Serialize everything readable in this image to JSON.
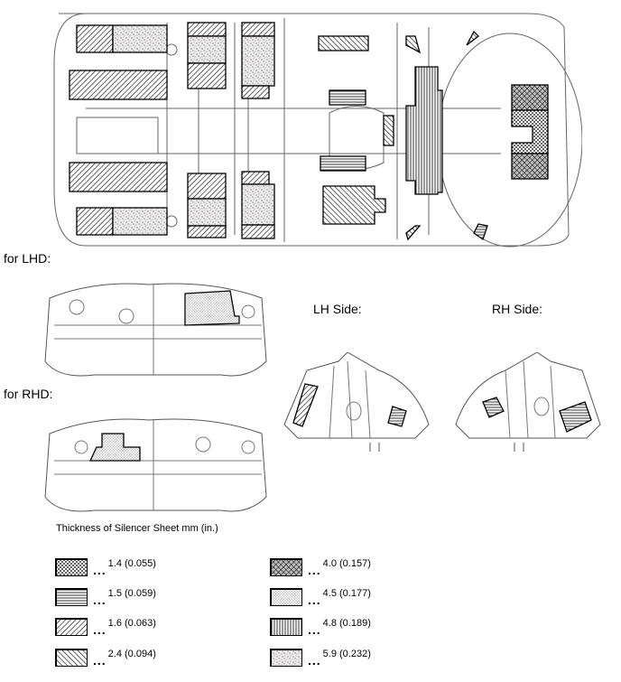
{
  "labels": {
    "lhd": "for LHD:",
    "rhd": "for RHD:",
    "lh_side": "LH Side:",
    "rh_side": "RH Side:"
  },
  "legend": {
    "title": "Thickness of Silencer Sheet mm (in.)",
    "dots": "...",
    "items": [
      {
        "value": "1.4 (0.055)",
        "pattern": "dots-coarse"
      },
      {
        "value": "1.5 (0.059)",
        "pattern": "horizontal-lines"
      },
      {
        "value": "1.6 (0.063)",
        "pattern": "diagonal-back"
      },
      {
        "value": "2.4 (0.094)",
        "pattern": "diagonal-forward"
      },
      {
        "value": "4.0 (0.157)",
        "pattern": "crosshatch-dark"
      },
      {
        "value": "4.5 (0.177)",
        "pattern": "dots-fine"
      },
      {
        "value": "4.8 (0.189)",
        "pattern": "vertical-lines"
      },
      {
        "value": "5.9 (0.232)",
        "pattern": "speckle"
      }
    ]
  }
}
